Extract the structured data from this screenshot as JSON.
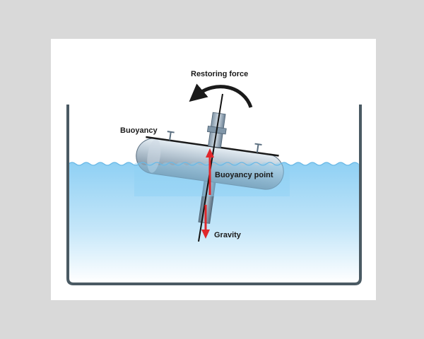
{
  "labels": {
    "restoring_force": "Restoring force",
    "buoyancy": "Buoyancy",
    "buoyancy_point": "Buoyancy point",
    "gravity": "Gravity"
  },
  "colors": {
    "page_background": "#d9d9d9",
    "panel_background": "#ffffff",
    "water_top": "#8fd0f4",
    "water_bottom": "#ffffff",
    "tank_wall": "#4a5a63",
    "force_arrow": "#e0272b",
    "body_metal": "#a9bccb",
    "axis_line": "#111111"
  },
  "icons": {
    "restoring_force": "curved-arrow-counterclockwise-icon",
    "buoyancy_force": "arrow-up-icon",
    "gravity_force": "arrow-down-icon"
  }
}
